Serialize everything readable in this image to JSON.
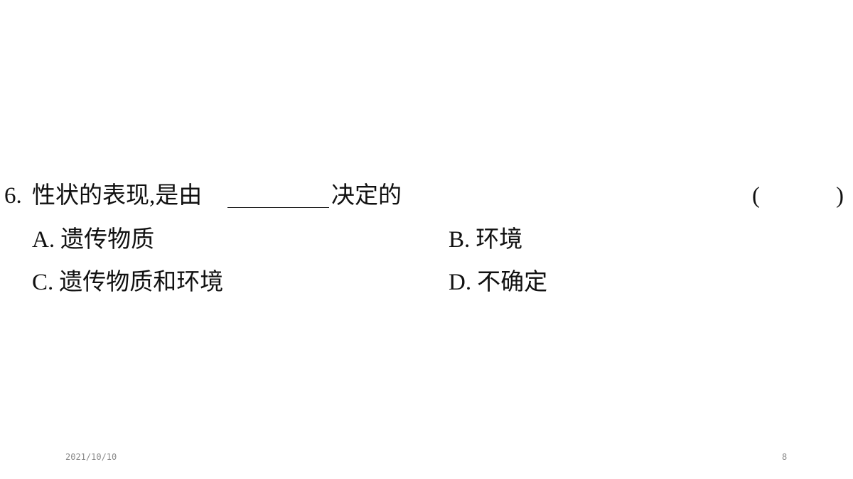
{
  "question": {
    "number": "6.",
    "stem_before": "性状的表现,是由",
    "stem_after": "决定的",
    "paren_open": "(",
    "paren_close": ")"
  },
  "options": [
    {
      "letter": "A.",
      "text": "遗传物质"
    },
    {
      "letter": "B.",
      "text": "环境"
    },
    {
      "letter": "C.",
      "text": "遗传物质和环境"
    },
    {
      "letter": "D.",
      "text": "不确定"
    }
  ],
  "footer": {
    "date": "2021/10/10",
    "page": "8"
  }
}
